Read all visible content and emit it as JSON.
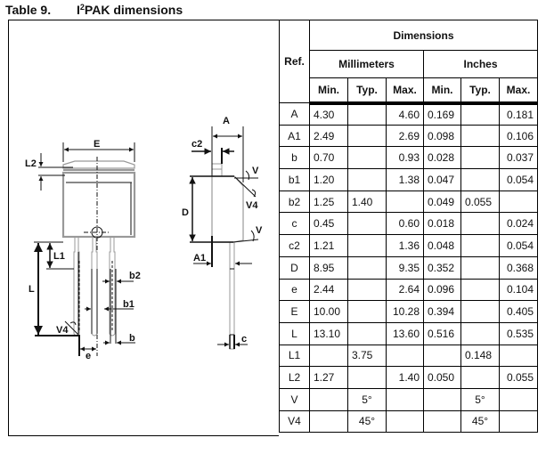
{
  "caption": {
    "number": "Table 9.",
    "title_prefix": "I",
    "title_sup": "2",
    "title_rest": "PAK dimensions"
  },
  "drawing": {
    "front_view_labels": {
      "E": "E",
      "L2": "L2",
      "L1": "L1",
      "L": "L",
      "V4": "V4",
      "e": "e",
      "b": "b",
      "b1": "b1",
      "b2": "b2"
    },
    "side_view_labels": {
      "A": "A",
      "c2": "c2",
      "V_top": "V",
      "V4": "V4",
      "D": "D",
      "V_bottom": "V",
      "A1": "A1",
      "c": "c"
    }
  },
  "table": {
    "ref_header": "Ref.",
    "dimensions_header": "Dimensions",
    "mm_header": "Millimeters",
    "in_header": "Inches",
    "sub_headers": [
      "Min.",
      "Typ.",
      "Max.",
      "Min.",
      "Typ.",
      "Max."
    ],
    "rows": [
      {
        "ref": "A",
        "mm_min": "4.30",
        "mm_typ": "",
        "mm_max": "4.60",
        "in_min": "0.169",
        "in_typ": "",
        "in_max": "0.181"
      },
      {
        "ref": "A1",
        "mm_min": "2.49",
        "mm_typ": "",
        "mm_max": "2.69",
        "in_min": "0.098",
        "in_typ": "",
        "in_max": "0.106"
      },
      {
        "ref": "b",
        "mm_min": "0.70",
        "mm_typ": "",
        "mm_max": "0.93",
        "in_min": "0.028",
        "in_typ": "",
        "in_max": "0.037"
      },
      {
        "ref": "b1",
        "mm_min": "1.20",
        "mm_typ": "",
        "mm_max": "1.38",
        "in_min": "0.047",
        "in_typ": "",
        "in_max": "0.054"
      },
      {
        "ref": "b2",
        "mm_min": "1.25",
        "mm_typ": "1.40",
        "mm_max": "",
        "in_min": "0.049",
        "in_typ": "0.055",
        "in_max": ""
      },
      {
        "ref": "c",
        "mm_min": "0.45",
        "mm_typ": "",
        "mm_max": "0.60",
        "in_min": "0.018",
        "in_typ": "",
        "in_max": "0.024"
      },
      {
        "ref": "c2",
        "mm_min": "1.21",
        "mm_typ": "",
        "mm_max": "1.36",
        "in_min": "0.048",
        "in_typ": "",
        "in_max": "0.054"
      },
      {
        "ref": "D",
        "mm_min": "8.95",
        "mm_typ": "",
        "mm_max": "9.35",
        "in_min": "0.352",
        "in_typ": "",
        "in_max": "0.368"
      },
      {
        "ref": "e",
        "mm_min": "2.44",
        "mm_typ": "",
        "mm_max": "2.64",
        "in_min": "0.096",
        "in_typ": "",
        "in_max": "0.104"
      },
      {
        "ref": "E",
        "mm_min": "10.00",
        "mm_typ": "",
        "mm_max": "10.28",
        "in_min": "0.394",
        "in_typ": "",
        "in_max": "0.405"
      },
      {
        "ref": "L",
        "mm_min": "13.10",
        "mm_typ": "",
        "mm_max": "13.60",
        "in_min": "0.516",
        "in_typ": "",
        "in_max": "0.535"
      },
      {
        "ref": "L1",
        "mm_min": "",
        "mm_typ": "3.75",
        "mm_max": "",
        "in_min": "",
        "in_typ": "0.148",
        "in_max": ""
      },
      {
        "ref": "L2",
        "mm_min": "1.27",
        "mm_typ": "",
        "mm_max": "1.40",
        "in_min": "0.050",
        "in_typ": "",
        "in_max": "0.055"
      },
      {
        "ref": "V",
        "mm_min": "",
        "mm_typ": "5°",
        "mm_max": "",
        "in_min": "",
        "in_typ": "5°",
        "in_max": ""
      },
      {
        "ref": "V4",
        "mm_min": "",
        "mm_typ": "45°",
        "mm_max": "",
        "in_min": "",
        "in_typ": "45°",
        "in_max": ""
      }
    ]
  }
}
